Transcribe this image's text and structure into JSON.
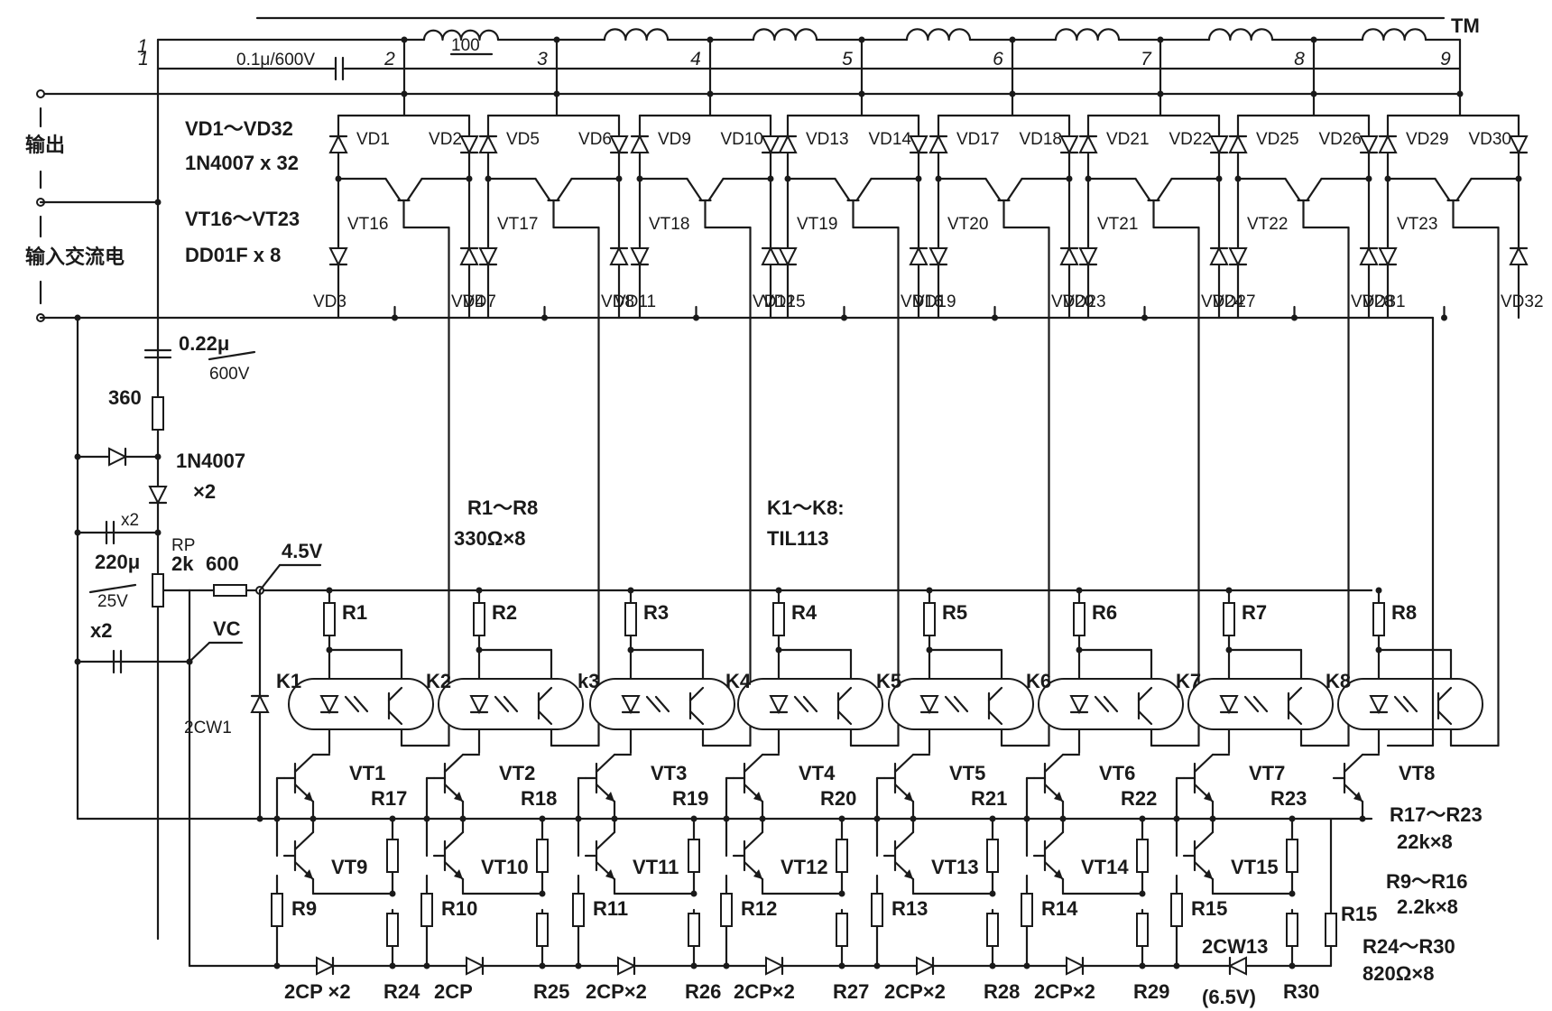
{
  "tap_label": "TM",
  "taps": [
    "1",
    "2",
    "3",
    "4",
    "5",
    "6",
    "7",
    "8",
    "9"
  ],
  "labels": {
    "cap_top": "0.1μ/600V",
    "res_top": "100",
    "output": "输出",
    "input_ac": "输入交流电",
    "vd_range": "VD1～VD32",
    "vd_type": "1N4007 x 32",
    "vt_range": "VT16～VT23",
    "vt_type": "DD01F x 8",
    "cap_022": "0.22μ",
    "cap_022_v": "600V",
    "res_360": "360",
    "diode_1n4007": "1N4007",
    "diode_x2": "×2",
    "cap_220": "220μ",
    "cap_220_v": "25V",
    "cap_x2": "x2",
    "rp_label": "RP",
    "rp_value": "2k",
    "res_600": "600",
    "v45": "4.5V",
    "vc": "VC",
    "zener_2cw1": "2CW1",
    "r1r8": "R1～R8",
    "r1r8_val": "330Ω×8",
    "k1k8": "K1～K8:",
    "k_type": "TIL113",
    "r17r23": "R17～R23",
    "r17r23_val": "22k×8",
    "r9r16": "R9～R16",
    "r9r16_val": "2.2k×8",
    "r24r30": "R24～R30",
    "r24r30_val": "820Ω×8",
    "zener_2cw13": "2CW13",
    "zener_65v": "(6.5V)",
    "r15_extra": "R15"
  },
  "stages": [
    {
      "vt_power": "VT16",
      "vd_tl": "VD1",
      "vd_tr": "VD2",
      "vd_bl": "VD3",
      "vd_br": "VD4",
      "r_top": "R1",
      "k": "K1",
      "vt_drv": "VT1",
      "vt_sw": "VT9",
      "r_base": "R9",
      "r_col": "R17",
      "r_low": "R24",
      "diodes": "2CP ×2"
    },
    {
      "vt_power": "VT17",
      "vd_tl": "VD5",
      "vd_tr": "VD6",
      "vd_bl": "VD7",
      "vd_br": "VD8",
      "r_top": "R2",
      "k": "K2",
      "vt_drv": "VT2",
      "vt_sw": "VT10",
      "r_base": "R10",
      "r_col": "R18",
      "r_low": "R25",
      "diodes": "2CP"
    },
    {
      "vt_power": "VT18",
      "vd_tl": "VD9",
      "vd_tr": "VD10",
      "vd_bl": "VD11",
      "vd_br": "VD12",
      "r_top": "R3",
      "k": "k3",
      "vt_drv": "VT3",
      "vt_sw": "VT11",
      "r_base": "R11",
      "r_col": "R19",
      "r_low": "R26",
      "diodes": "2CP×2"
    },
    {
      "vt_power": "VT19",
      "vd_tl": "VD13",
      "vd_tr": "VD14",
      "vd_bl": "VD15",
      "vd_br": "VD16",
      "r_top": "R4",
      "k": "K4",
      "vt_drv": "VT4",
      "vt_sw": "VT12",
      "r_base": "R12",
      "r_col": "R20",
      "r_low": "R27",
      "diodes": "2CP×2"
    },
    {
      "vt_power": "VT20",
      "vd_tl": "VD17",
      "vd_tr": "VD18",
      "vd_bl": "VD19",
      "vd_br": "VD20",
      "r_top": "R5",
      "k": "K5",
      "vt_drv": "VT5",
      "vt_sw": "VT13",
      "r_base": "R13",
      "r_col": "R21",
      "r_low": "R28",
      "diodes": "2CP×2"
    },
    {
      "vt_power": "VT21",
      "vd_tl": "VD21",
      "vd_tr": "VD22",
      "vd_bl": "VD23",
      "vd_br": "VD24",
      "r_top": "R6",
      "k": "K6",
      "vt_drv": "VT6",
      "vt_sw": "VT14",
      "r_base": "R14",
      "r_col": "R22",
      "r_low": "R29",
      "diodes": "2CP×2"
    },
    {
      "vt_power": "VT22",
      "vd_tl": "VD25",
      "vd_tr": "VD26",
      "vd_bl": "VD27",
      "vd_br": "VD28",
      "r_top": "R7",
      "k": "K7",
      "vt_drv": "VT7",
      "vt_sw": "VT15",
      "r_base": "R15",
      "r_col": "R23",
      "r_low": "R30",
      "diodes": ""
    },
    {
      "vt_power": "VT23",
      "vd_tl": "VD29",
      "vd_tr": "VD30",
      "vd_bl": "VD31",
      "vd_br": "VD32",
      "r_top": "R8",
      "k": "K8",
      "vt_drv": "VT8",
      "vt_sw": "",
      "r_base": "",
      "r_col": "",
      "r_low": "",
      "diodes": ""
    }
  ]
}
